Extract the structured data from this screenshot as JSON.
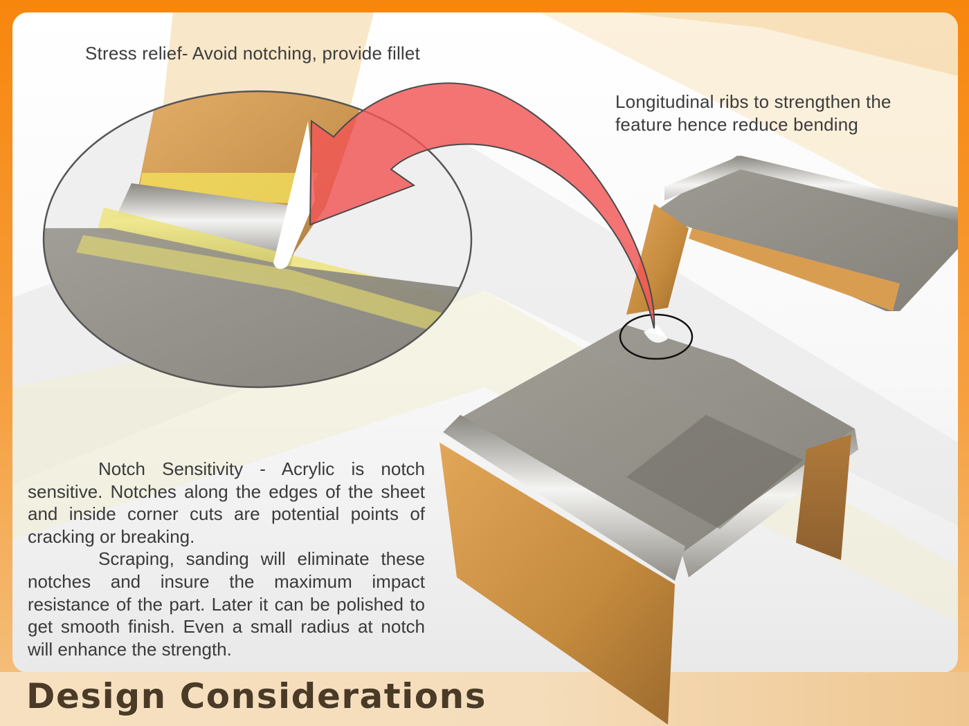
{
  "callouts": {
    "stress_relief": "Stress relief- Avoid notching, provide fillet",
    "ribs": "Longitudinal ribs to strengthen the feature hence reduce bending"
  },
  "notes": {
    "paragraph_1": "Notch Sensitivity -  Acrylic is notch sensitive. Notches along the edges of the sheet and inside corner cuts are potential points of cracking or breaking.",
    "paragraph_2": "Scraping, sanding will eliminate these notches and insure the maximum impact resistance of the part. Later it can be polished to get smooth finish. Even a small radius at notch will enhance the strength."
  },
  "title": "Design Considerations",
  "colors": {
    "frame_orange": "#f7860c",
    "arrow_red": "#f25555",
    "acrylic_orange": "#d89a4a",
    "acrylic_grey": "#8f8c86",
    "title_brown": "#4a3a26"
  }
}
